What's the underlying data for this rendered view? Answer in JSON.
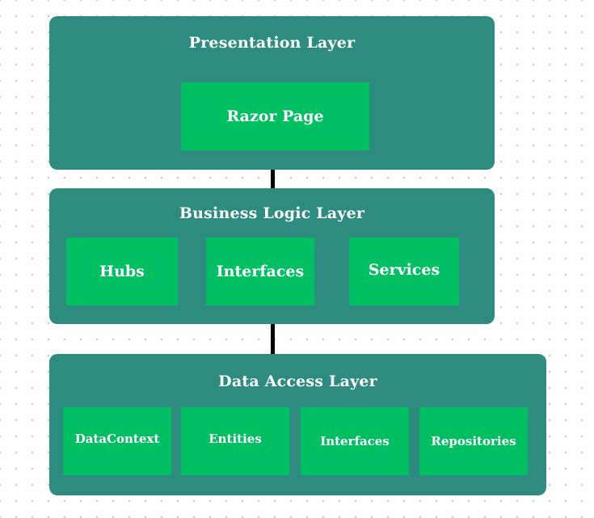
{
  "layers": {
    "presentation": {
      "title": "Presentation Layer",
      "components": [
        "Razor Page"
      ]
    },
    "business_logic": {
      "title": "Business Logic Layer",
      "components": [
        "Hubs",
        "Interfaces",
        "Services"
      ]
    },
    "data_access": {
      "title": "Data Access Layer",
      "components": [
        "DataContext",
        "Entities",
        "Interfaces",
        "Repositories"
      ]
    }
  },
  "colors": {
    "layer_fill": "#2e8b7f",
    "component_fill": "#00bf63",
    "text": "#ffffff",
    "connector": "#000000"
  }
}
